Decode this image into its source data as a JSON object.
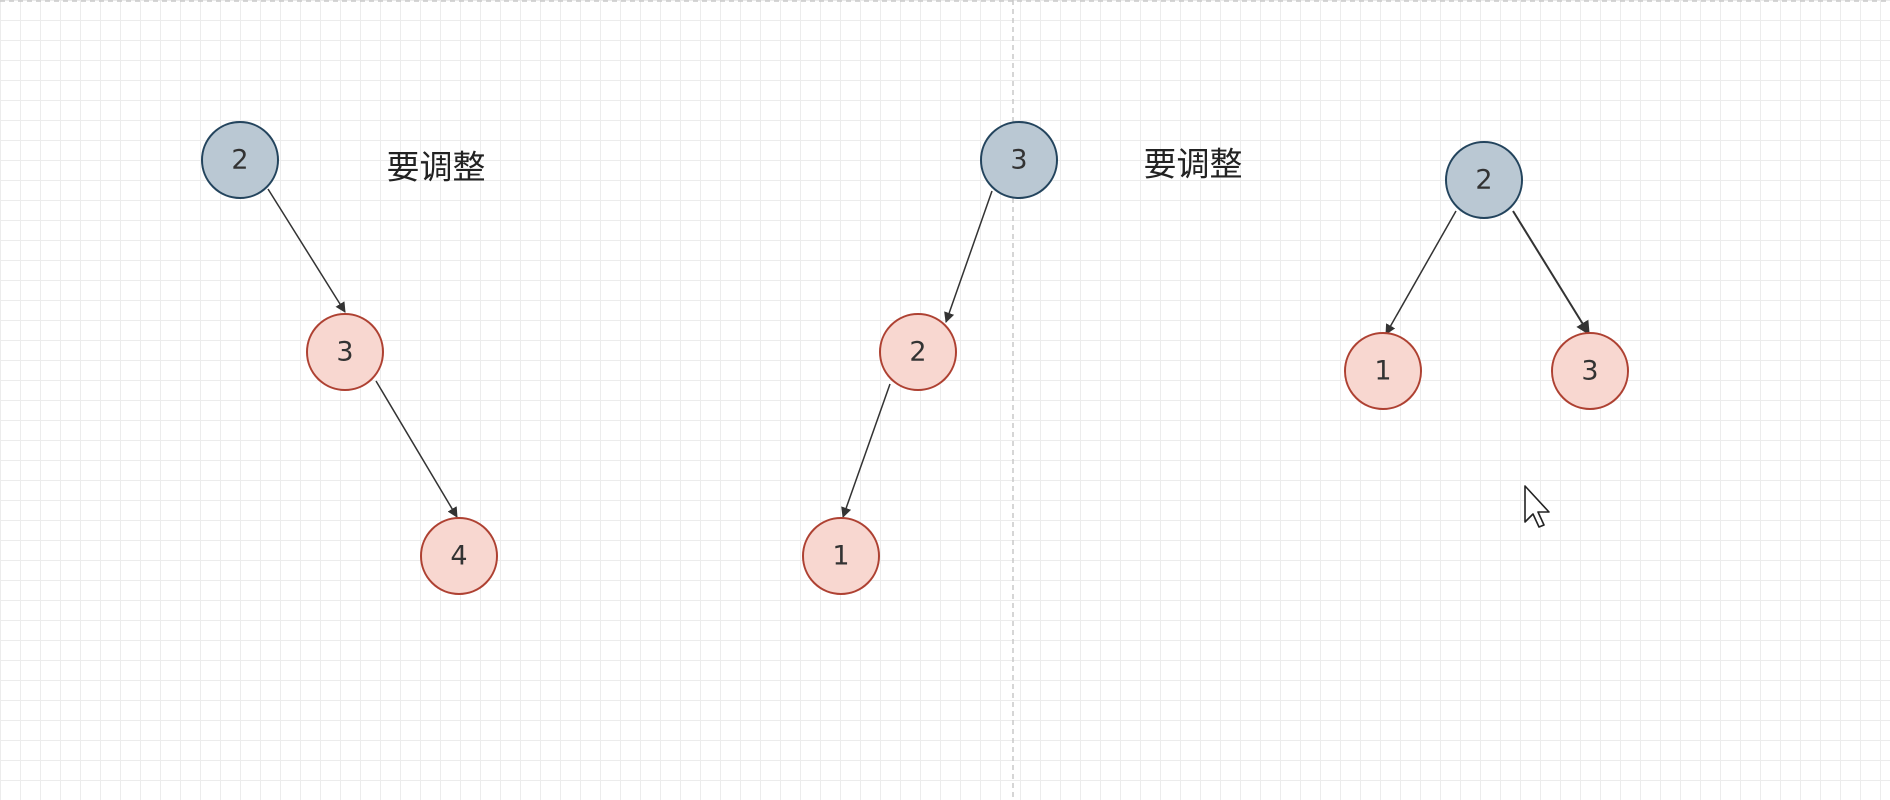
{
  "colors": {
    "root_fill": "#bac8d3",
    "root_stroke": "#23445d",
    "child_fill": "#f8d7d0",
    "child_stroke": "#ae4132",
    "edge": "#333333",
    "divider": "#c8c8c8"
  },
  "diagram": {
    "note_left": "要调整",
    "note_middle": "要调整",
    "tree1": {
      "root": "2",
      "child": "3",
      "grandchild": "4"
    },
    "tree2": {
      "root": "3",
      "child": "2",
      "grandchild": "1"
    },
    "tree3": {
      "root": "2",
      "left": "1",
      "right": "3"
    }
  },
  "cursor_icon": "mouse-pointer-icon"
}
